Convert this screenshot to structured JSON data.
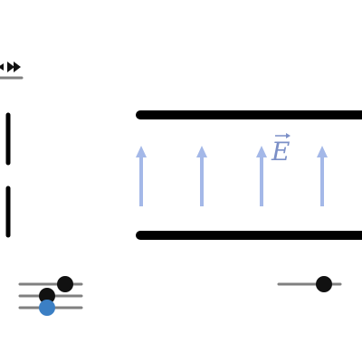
{
  "field": {
    "label": "E"
  },
  "controls": {
    "fast_forward_icon": "fast-forward-icon",
    "slider_right_level": 0.75,
    "mini_sliders": [
      {
        "level": 0.75,
        "color": "#111111"
      },
      {
        "level": 0.45,
        "color": "#111111"
      },
      {
        "level": 0.45,
        "color": "#3b7fc4"
      }
    ]
  },
  "colors": {
    "plate": "#000000",
    "field_arrow": "#a4b8e8",
    "field_label": "#7b8fc7",
    "track": "#808080",
    "knob": "#111111",
    "knob_active": "#3b7fc4"
  }
}
